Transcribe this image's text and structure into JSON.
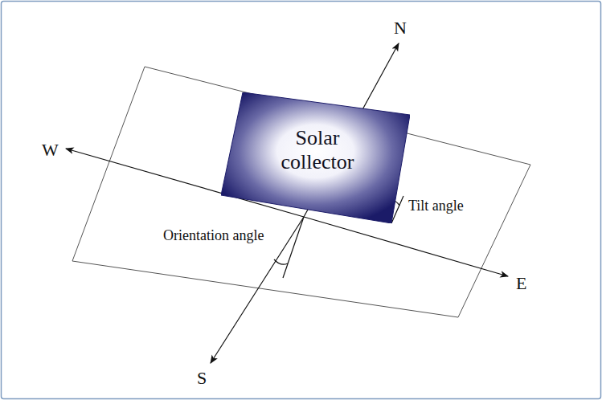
{
  "diagram": {
    "nodes": [
      {
        "text": [
          "Solar collector"
        ]
      }
    ],
    "labels": [
      "N",
      "W",
      "Tilt angle",
      "Orientation angle",
      "E",
      "S"
    ]
  }
}
